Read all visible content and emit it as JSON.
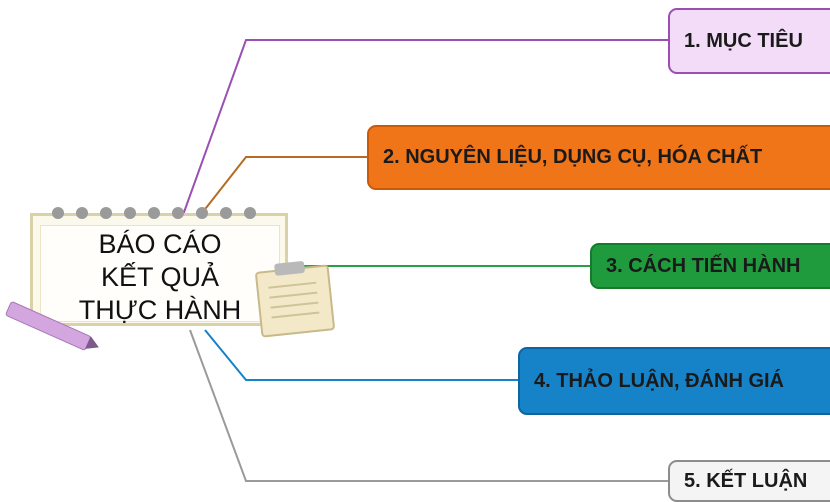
{
  "center": {
    "lines": [
      "BÁO CÁO",
      "KẾT QUẢ",
      "THỰC HÀNH"
    ]
  },
  "branches": [
    {
      "label": "1. MỤC TIÊU",
      "color": "#9b4fb3"
    },
    {
      "label": "2. NGUYÊN LIỆU, DỤNG CỤ, HÓA CHẤT",
      "color": "#c85a0a"
    },
    {
      "label": "3. CÁCH TIẾN HÀNH",
      "color": "#1f9a3c"
    },
    {
      "label": "4. THẢO LUẬN, ĐÁNH GIÁ",
      "color": "#0e64a0"
    },
    {
      "label": "5. KẾT LUẬN",
      "color": "#8c8c8c"
    }
  ],
  "icons": [
    "notebook-icon",
    "pencil-icon",
    "clipboard-icon"
  ]
}
